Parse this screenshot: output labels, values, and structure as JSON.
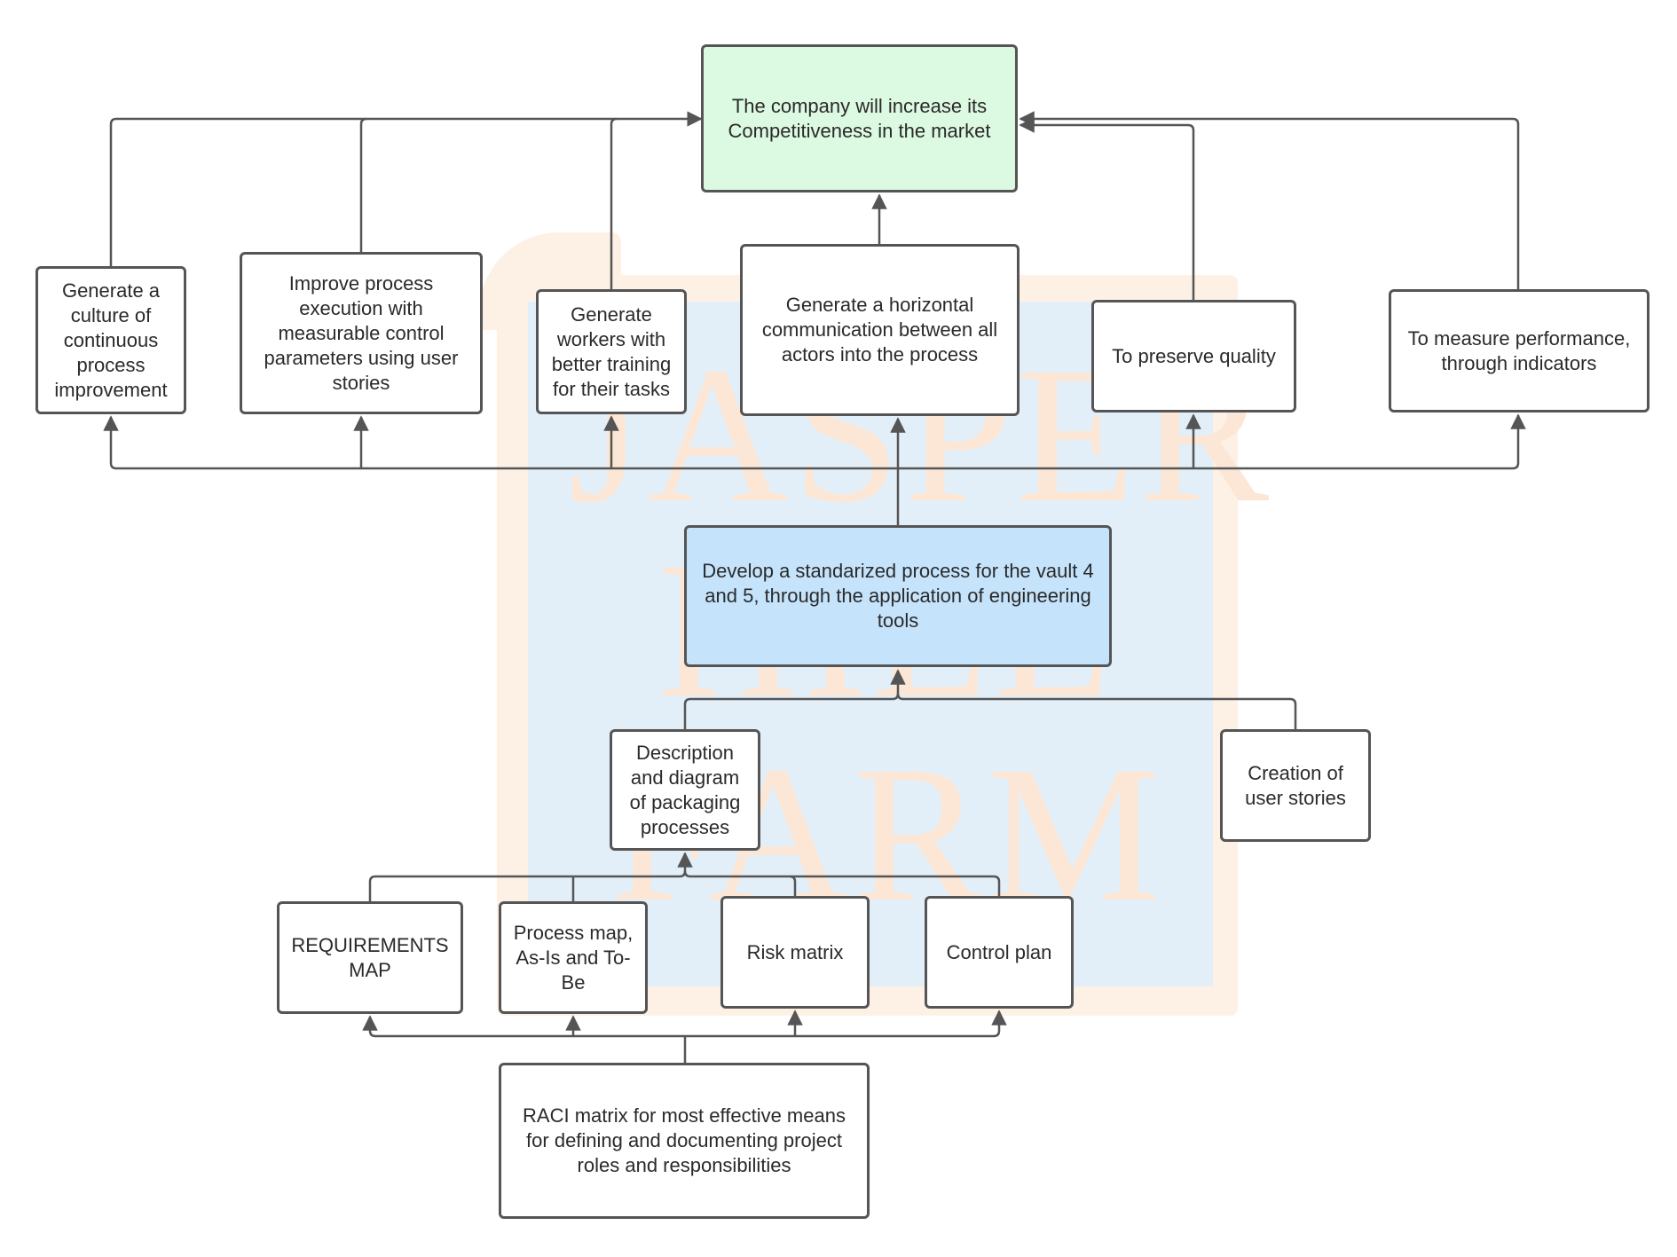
{
  "watermark": {
    "lines": [
      "JASPER",
      "HILL",
      "FARM"
    ]
  },
  "colors": {
    "outcome_fill": "#dcf9e1",
    "core_fill": "#c5e4fc",
    "box_border": "#555555",
    "connector": "#555555",
    "watermark_frame": "#fdf1e6",
    "watermark_inner": "#e3eff8",
    "watermark_text": "#fce7d6"
  },
  "nodes": {
    "outcome": "The company will increase its Competitiveness in the market",
    "culture": "Generate a culture of continuous process improvement",
    "improve": "Improve process execution with measurable control parameters using user stories",
    "training": "Generate workers with better training for their tasks",
    "communication": "Generate a horizontal communication between all actors into the process",
    "quality": "To preserve quality",
    "performance": "To measure performance, through indicators",
    "core": "Develop a standarized process for the vault 4 and 5, through the application of engineering tools",
    "packaging": "Description and diagram of packaging processes",
    "user_stories": "Creation of user stories",
    "requirements": "REQUIREMENTS MAP",
    "process_map": "Process map, As-Is and To-Be",
    "risk": "Risk matrix",
    "control": "Control plan",
    "raci": "RACI matrix for most effective means for defining and documenting project roles and responsibilities"
  }
}
